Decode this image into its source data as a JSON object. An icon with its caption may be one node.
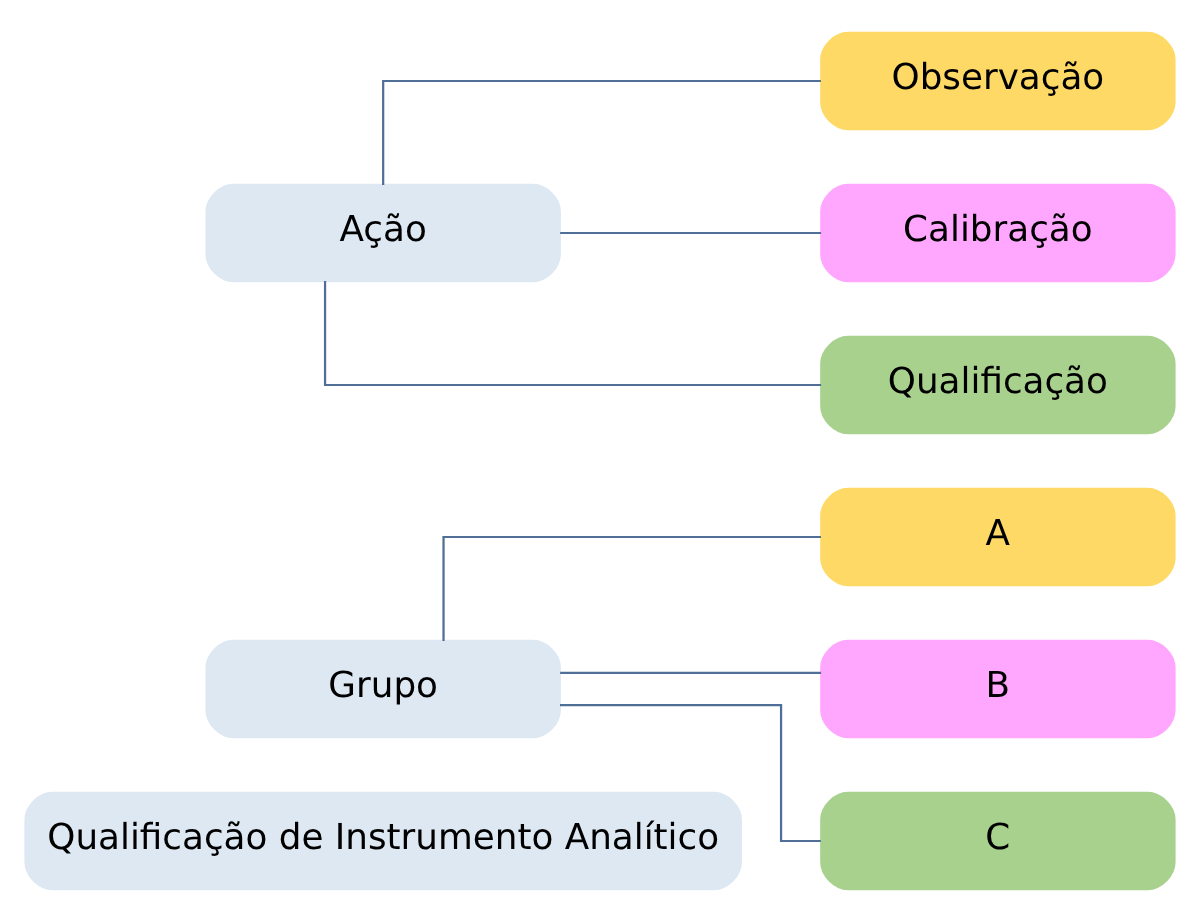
{
  "diagram": {
    "nodes": [
      {
        "text": [
          "Qualificação de Instrumento Analítico"
        ]
      },
      {
        "text": [
          "Grupo"
        ]
      },
      {
        "text": [
          "A"
        ]
      },
      {
        "text": [
          "B"
        ]
      },
      {
        "text": [
          "C"
        ]
      },
      {
        "text": [
          "Ação"
        ]
      },
      {
        "text": [
          "Observação"
        ]
      },
      {
        "text": [
          "Calibração"
        ]
      },
      {
        "text": [
          "Qualificação"
        ]
      }
    ],
    "edges": [
      {
        "from": 1,
        "to": 2,
        "arrow": "none"
      },
      {
        "from": 1,
        "to": 3,
        "arrow": "none"
      },
      {
        "from": 1,
        "to": 4,
        "arrow": "none"
      },
      {
        "from": 5,
        "to": 6,
        "arrow": "none"
      },
      {
        "from": 5,
        "to": 7,
        "arrow": "none"
      },
      {
        "from": 5,
        "to": 8,
        "arrow": "none"
      }
    ]
  }
}
